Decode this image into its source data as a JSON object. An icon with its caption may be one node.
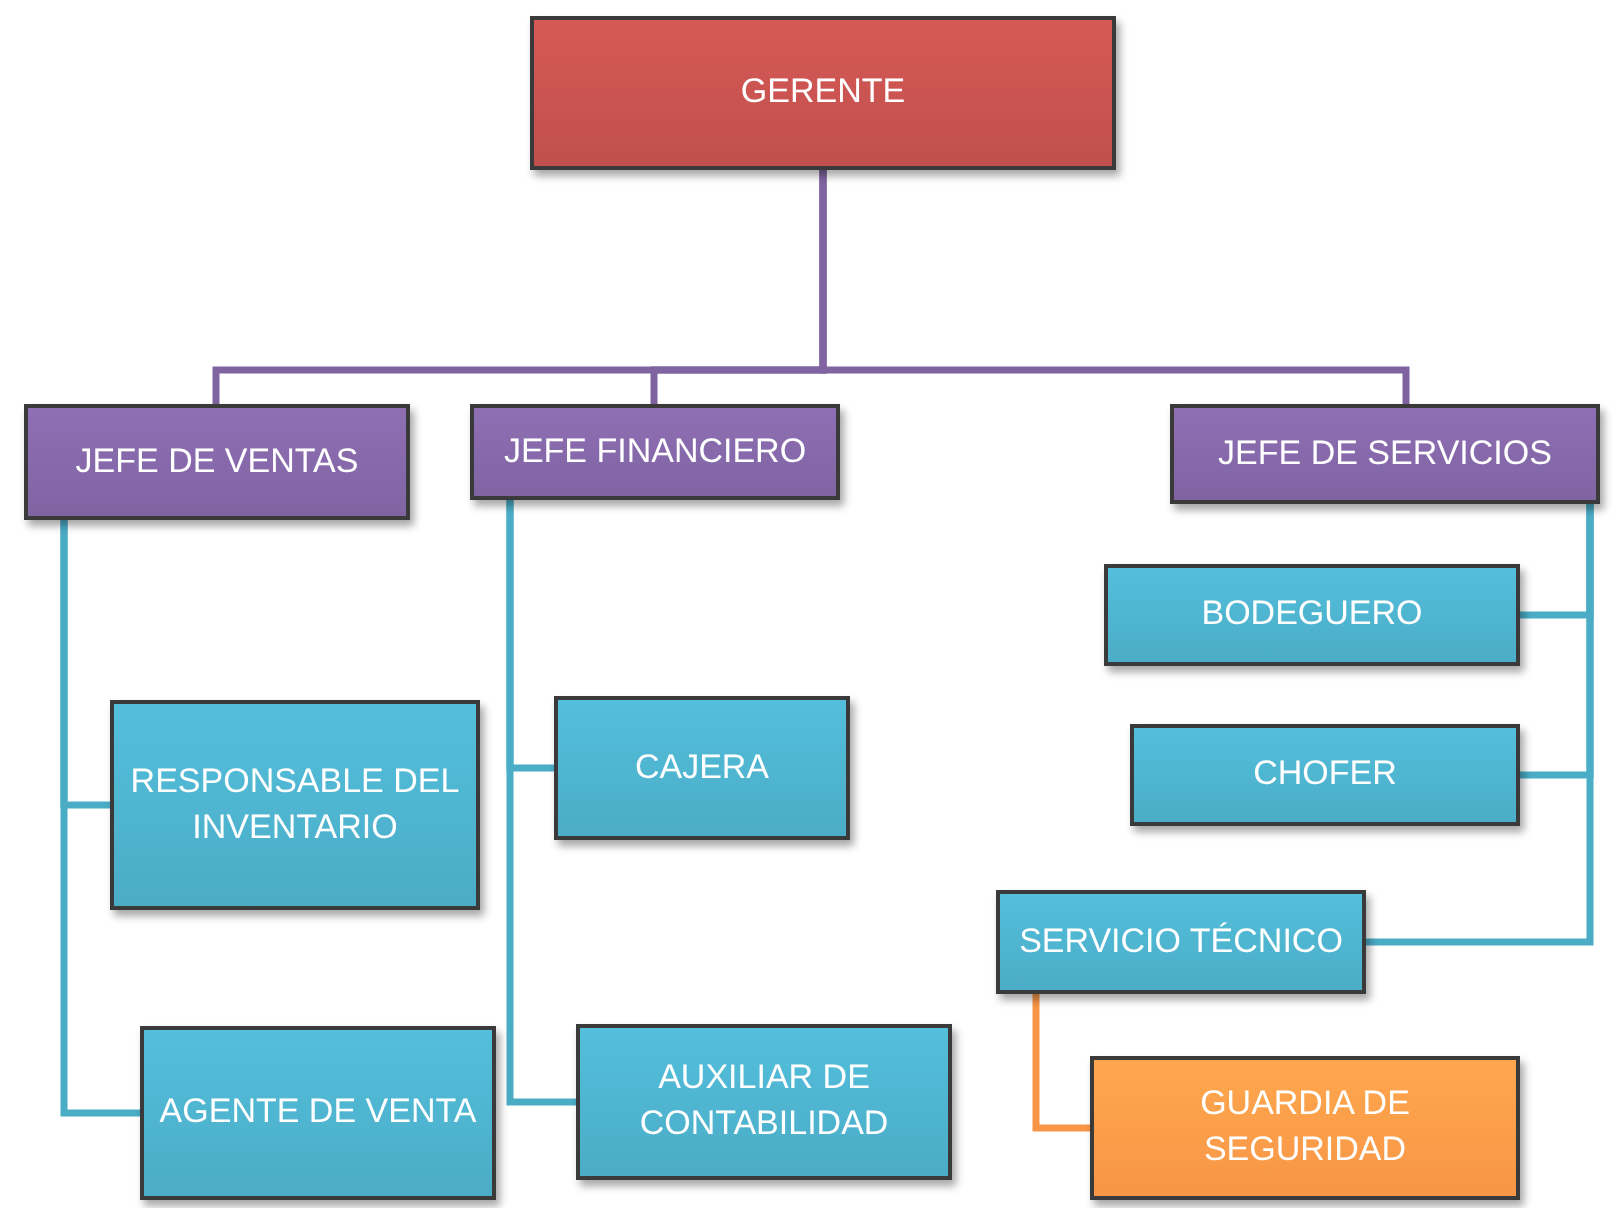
{
  "diagram": {
    "nodes": [
      {
        "text": [
          "GERENTE"
        ]
      },
      {
        "text": [
          "JEFE DE VENTAS"
        ]
      },
      {
        "text": [
          "JEFE FINANCIERO"
        ]
      },
      {
        "text": [
          "JEFE DE SERVICIOS"
        ]
      },
      {
        "text": [
          "RESPONSABLE DEL INVENTARIO"
        ]
      },
      {
        "text": [
          "AGENTE DE VENTA"
        ]
      },
      {
        "text": [
          "CAJERA"
        ]
      },
      {
        "text": [
          "AUXILIAR DE CONTABILIDAD"
        ]
      },
      {
        "text": [
          "BODEGUERO"
        ]
      },
      {
        "text": [
          "CHOFER"
        ]
      },
      {
        "text": [
          "SERVICIO TÉCNICO"
        ]
      },
      {
        "text": [
          "GUARDIA DE SEGURIDAD"
        ]
      }
    ],
    "edges": [
      {
        "from": 0,
        "to": 1,
        "arrow": "none",
        "color": "#8064a2"
      },
      {
        "from": 0,
        "to": 2,
        "arrow": "none",
        "color": "#8064a2"
      },
      {
        "from": 0,
        "to": 3,
        "arrow": "none",
        "color": "#8064a2"
      },
      {
        "from": 1,
        "to": 4,
        "arrow": "none"
      },
      {
        "from": 1,
        "to": 5,
        "arrow": "none"
      },
      {
        "from": 2,
        "to": 6,
        "arrow": "none"
      },
      {
        "from": 2,
        "to": 7,
        "arrow": "none"
      },
      {
        "from": 3,
        "to": 8,
        "arrow": "none"
      },
      {
        "from": 3,
        "to": 9,
        "arrow": "none"
      },
      {
        "from": 3,
        "to": 10,
        "arrow": "none"
      },
      {
        "from": 10,
        "to": 11,
        "arrow": "none",
        "color": "#f79646"
      }
    ]
  }
}
